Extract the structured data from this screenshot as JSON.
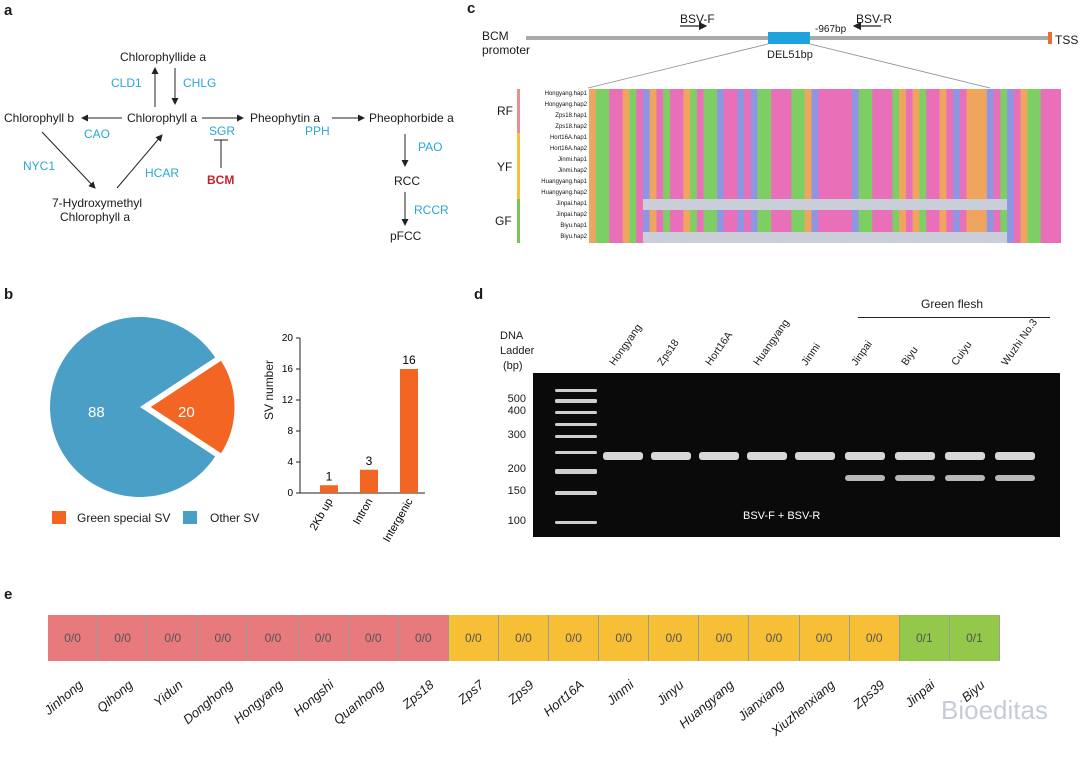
{
  "panels": {
    "a": "a",
    "b": "b",
    "c": "c",
    "d": "d",
    "e": "e"
  },
  "panel_a": {
    "nodes": {
      "chlorophyllide": "Chlorophyllide a",
      "chl_a": "Chlorophyll a",
      "chl_b": "Chlorophyll b",
      "hydroxy1": "7-Hydroxymethyl",
      "hydroxy2": "Chlorophyll  a",
      "pheophytin": "Pheophytin a",
      "pheophorbide": "Pheophorbide a",
      "rcc": "RCC",
      "pfcc": "pFCC"
    },
    "enzymes": {
      "cld1": "CLD1",
      "chlg": "CHLG",
      "cao": "CAO",
      "nyc1": "NYC1",
      "hcar": "HCAR",
      "sgr": "SGR",
      "pph": "PPH",
      "pao": "PAO",
      "rccr": "RCCR"
    },
    "bcm": "BCM",
    "colors": {
      "enzyme": "#2aa7d6",
      "bcm": "#c8232b"
    }
  },
  "panel_b": {
    "pie": {
      "values": [
        88,
        20
      ],
      "labels": [
        "88",
        "20"
      ],
      "colors": [
        "#4a9fc6",
        "#f26522"
      ]
    },
    "legend": [
      {
        "label": "Green special SV",
        "color": "#f26522"
      },
      {
        "label": "Other SV",
        "color": "#4a9fc6"
      }
    ],
    "chart_data": {
      "type": "bar",
      "categories": [
        "2Kb up",
        "Intron",
        "Intergenic"
      ],
      "values": [
        1,
        3,
        16
      ],
      "value_labels": [
        "1",
        "3",
        "16"
      ],
      "ylabel": "SV number",
      "ylim": [
        0,
        20
      ],
      "yticks": [
        "0",
        "4",
        "8",
        "12",
        "16",
        "20"
      ],
      "color": "#f26522"
    }
  },
  "panel_c": {
    "promoter": "BCM\npromoter",
    "promoter1": "BCM",
    "promoter2": "promoter",
    "bsvf": "BSV-F",
    "bsvr": "BSV-R",
    "dist": "-967bp",
    "del": "DEL51bp",
    "tss": "TSS",
    "groups": [
      {
        "label": "RF",
        "color": "#e78d93"
      },
      {
        "label": "YF",
        "color": "#f2c23a"
      },
      {
        "label": "GF",
        "color": "#7cc457"
      }
    ],
    "samples": [
      {
        "name": "Hongyang.hap1",
        "del": false
      },
      {
        "name": "Hongyang.hap2",
        "del": false
      },
      {
        "name": "Zps18.hap1",
        "del": false
      },
      {
        "name": "Zps18.hap2",
        "del": false
      },
      {
        "name": "Hort16A.hap1",
        "del": false
      },
      {
        "name": "Hort16A.hap2",
        "del": false
      },
      {
        "name": "Jinmi.hap1",
        "del": false
      },
      {
        "name": "Jinmi.hap2",
        "del": false
      },
      {
        "name": "Huangyang.hap1",
        "del": false
      },
      {
        "name": "Huangyang.hap2",
        "del": false
      },
      {
        "name": "Jinpai.hap1",
        "del": true
      },
      {
        "name": "Jinpai.hap2",
        "del": false
      },
      {
        "name": "Biyu.hap1",
        "del": false
      },
      {
        "name": "Biyu.hap2",
        "del": true
      }
    ],
    "base_colors": {
      "A": "#7dcf64",
      "T": "#e96fb9",
      "G": "#f0a55e",
      "C": "#8e95e2",
      "gap": "#c9ced8"
    }
  },
  "panel_d": {
    "ladder_title1": "DNA",
    "ladder_title2": "Ladder",
    "ladder_title3": "(bp)",
    "ladder": [
      "500",
      "400",
      "300",
      "200",
      "150",
      "100"
    ],
    "green_flesh": "Green flesh",
    "lanes": [
      "Hongyang",
      "Zps18",
      "Hort16A",
      "Huangyang",
      "Jinmi",
      "Jinpai",
      "Biyu",
      "Cuiyu",
      "Wuzhi No.3"
    ],
    "primer": "BSV-F + BSV-R"
  },
  "panel_e": {
    "cells": [
      {
        "name": "Jinhong",
        "gt": "0/0",
        "color": "#e8797c"
      },
      {
        "name": "Qihong",
        "gt": "0/0",
        "color": "#e8797c"
      },
      {
        "name": "Yidun",
        "gt": "0/0",
        "color": "#e8797c"
      },
      {
        "name": "Donghong",
        "gt": "0/0",
        "color": "#e8797c"
      },
      {
        "name": "Hongyang",
        "gt": "0/0",
        "color": "#e8797c"
      },
      {
        "name": "Hongshi",
        "gt": "0/0",
        "color": "#e8797c"
      },
      {
        "name": "Quanhong",
        "gt": "0/0",
        "color": "#e8797c"
      },
      {
        "name": "Zps18",
        "gt": "0/0",
        "color": "#e8797c"
      },
      {
        "name": "Zps7",
        "gt": "0/0",
        "color": "#f6bf35"
      },
      {
        "name": "Zps9",
        "gt": "0/0",
        "color": "#f6bf35"
      },
      {
        "name": "Hort16A",
        "gt": "0/0",
        "color": "#f6bf35"
      },
      {
        "name": "Jinmi",
        "gt": "0/0",
        "color": "#f6bf35"
      },
      {
        "name": "Jinyu",
        "gt": "0/0",
        "color": "#f6bf35"
      },
      {
        "name": "Huangyang",
        "gt": "0/0",
        "color": "#f6bf35"
      },
      {
        "name": "Jianxiang",
        "gt": "0/0",
        "color": "#f6bf35"
      },
      {
        "name": "Xiuzhenxiang",
        "gt": "0/0",
        "color": "#f6bf35"
      },
      {
        "name": "Zps39",
        "gt": "0/0",
        "color": "#f6bf35"
      },
      {
        "name": "Jinpai",
        "gt": "0/1",
        "color": "#93c84a"
      },
      {
        "name": "Biyu",
        "gt": "0/1",
        "color": "#93c84a"
      }
    ]
  },
  "watermark": "Bioeditas"
}
